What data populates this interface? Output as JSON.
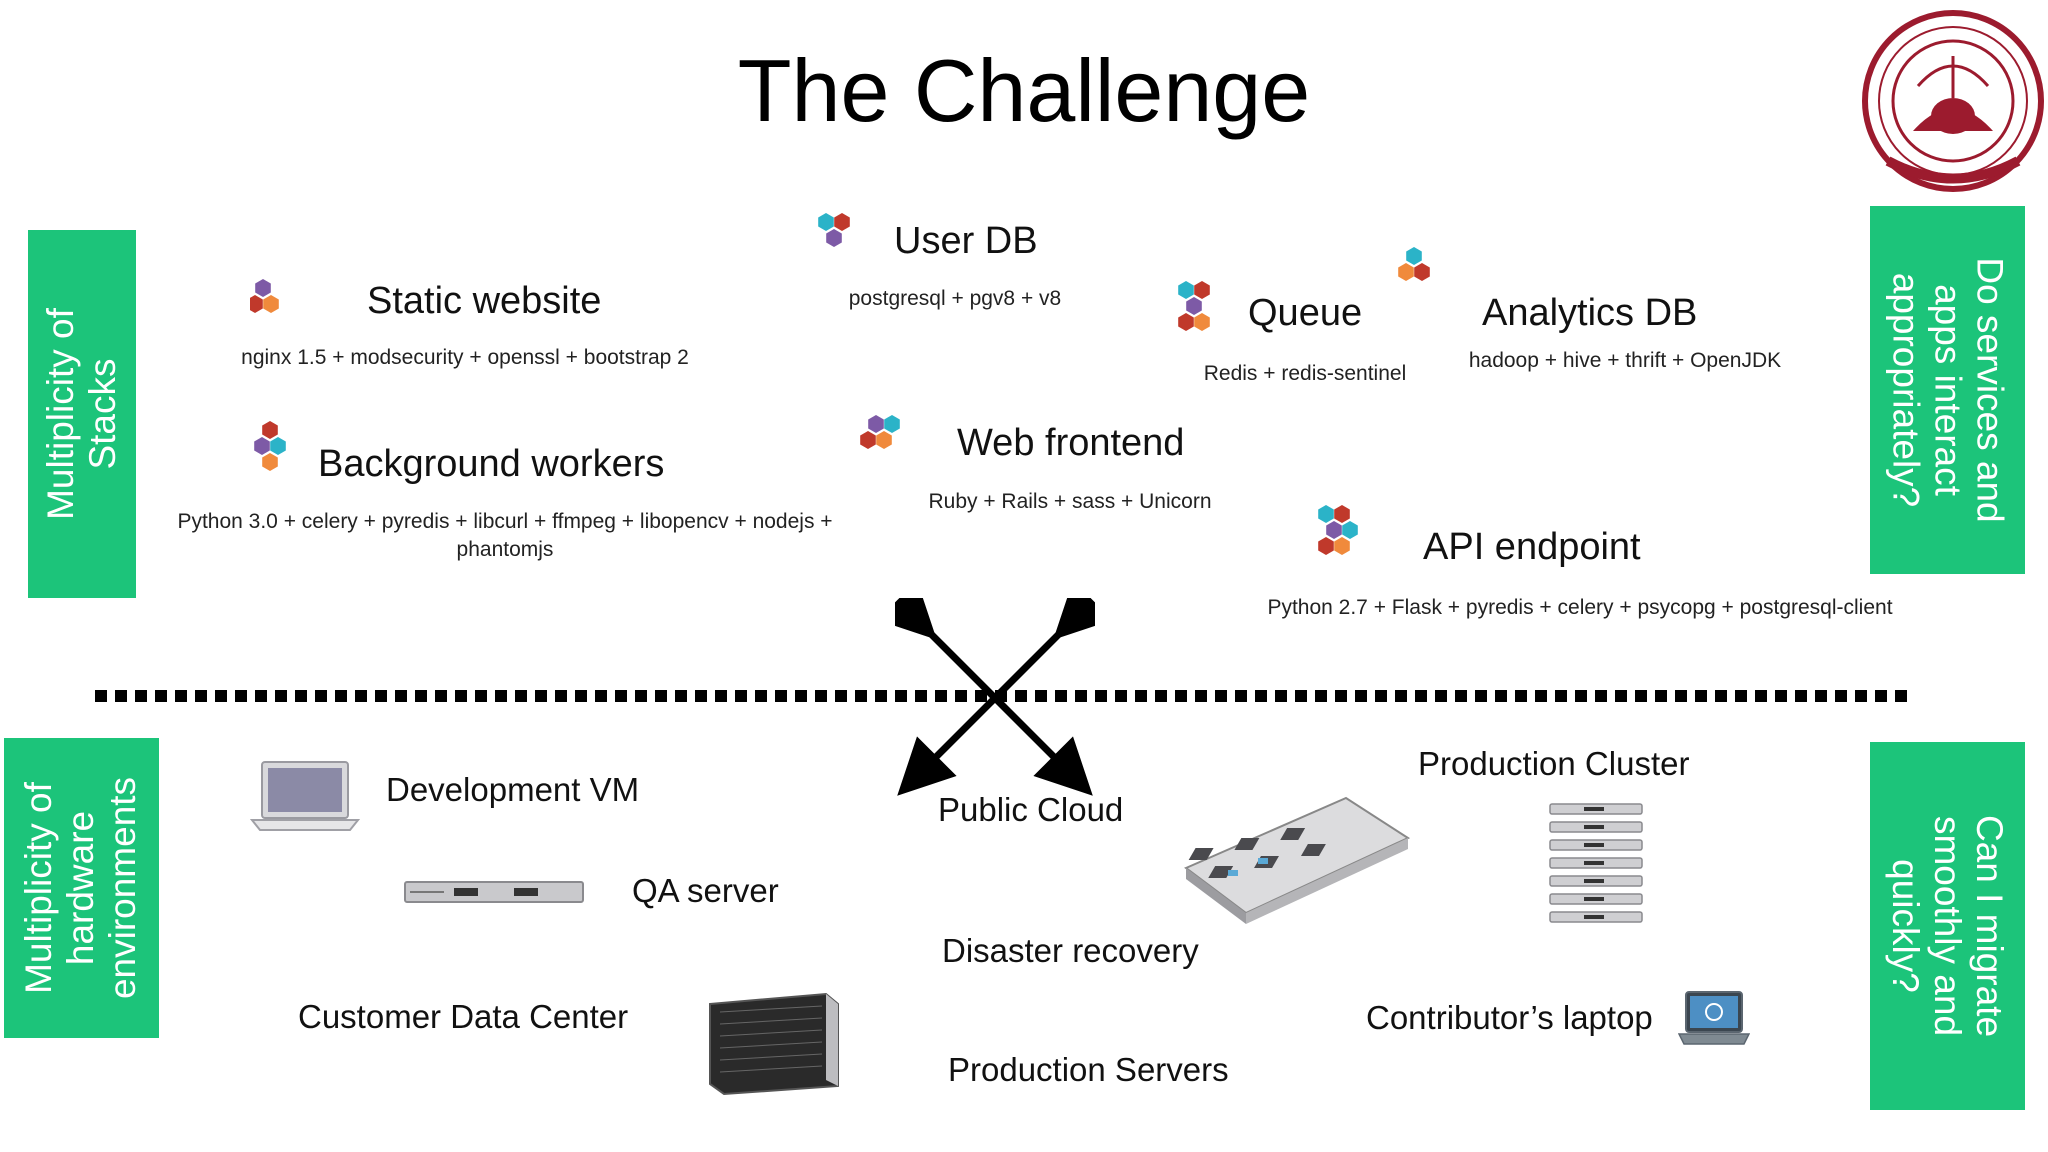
{
  "slide": {
    "title": "The Challenge",
    "side_labels": {
      "left_top": [
        "Multiplicity of",
        "Stacks"
      ],
      "left_bottom": [
        "Multiplicity of",
        "hardware",
        "environments"
      ],
      "right_top": [
        "Do services and",
        "apps interact",
        "appropriately?"
      ],
      "right_bottom": [
        "Can I migrate",
        "smoothly and",
        "quickly?"
      ]
    },
    "services": [
      {
        "id": "static-website",
        "title": "Static website",
        "desc": "nginx 1.5 + modsecurity + openssl + bootstrap 2"
      },
      {
        "id": "user-db",
        "title": "User DB",
        "desc": "postgresql + pgv8 + v8"
      },
      {
        "id": "queue",
        "title": "Queue",
        "desc": "Redis + redis-sentinel"
      },
      {
        "id": "analytics-db",
        "title": "Analytics DB",
        "desc": "hadoop + hive + thrift + OpenJDK"
      },
      {
        "id": "background-workers",
        "title": "Background workers",
        "desc": "Python 3.0 + celery + pyredis + libcurl + ffmpeg + libopencv + nodejs +\nphantomjs"
      },
      {
        "id": "web-frontend",
        "title": "Web frontend",
        "desc": "Ruby + Rails + sass + Unicorn"
      },
      {
        "id": "api-endpoint",
        "title": "API endpoint",
        "desc": "Python 2.7 + Flask + pyredis + celery + psycopg + postgresql-client"
      }
    ],
    "environments": [
      {
        "id": "development-vm",
        "label": "Development VM"
      },
      {
        "id": "qa-server",
        "label": "QA server"
      },
      {
        "id": "customer-data-center",
        "label": "Customer Data Center"
      },
      {
        "id": "public-cloud",
        "label": "Public Cloud"
      },
      {
        "id": "disaster-recovery",
        "label": "Disaster recovery"
      },
      {
        "id": "production-servers",
        "label": "Production Servers"
      },
      {
        "id": "production-cluster",
        "label": "Production Cluster"
      },
      {
        "id": "contributors-laptop",
        "label": "Contributor’s laptop"
      }
    ],
    "colors": {
      "green": "#1cc47a",
      "hex_red": "#c0392b",
      "hex_purple": "#7d5aa6",
      "hex_orange": "#f08a3c",
      "hex_teal": "#2bb3c8",
      "logo_maroon": "#9c1b2e"
    }
  }
}
